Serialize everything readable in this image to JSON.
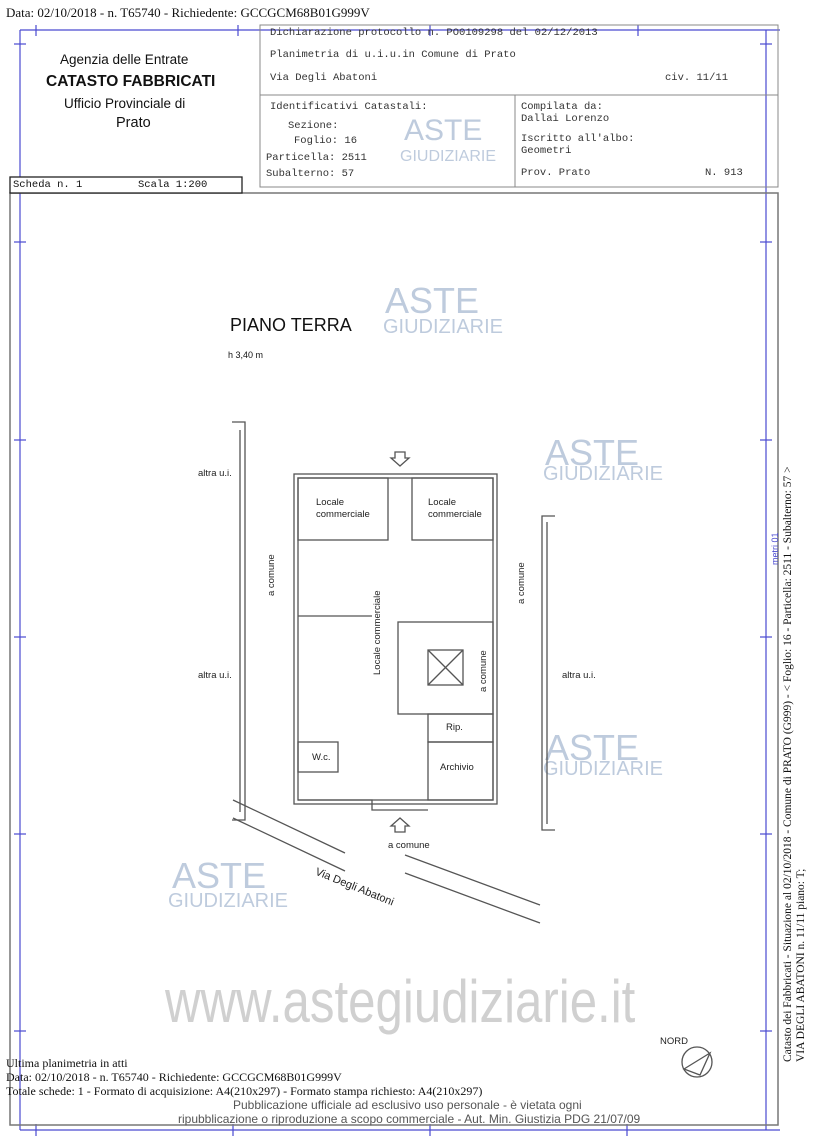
{
  "top_line": "Data: 02/10/2018 - n. T65740 - Richiedente: GCCGCM68B01G999V",
  "header": {
    "agency": "Agenzia delle Entrate",
    "catasto": "CATASTO FABBRICATI",
    "office": "Ufficio Provinciale di",
    "province": "Prato",
    "dichiarazione": "Dichiarazione protocollo n. PO0109298 del  02/12/2013",
    "planimetria": "Planimetria di u.i.u.in Comune di Prato",
    "via": "Via Degli Abatoni",
    "civ": "civ. 11/11",
    "identificativi": "Identificativi Catastali:",
    "sezione": "Sezione:",
    "foglio": "Foglio: 16",
    "particella": "Particella: 2511",
    "subalterno": "Subalterno: 57",
    "compilata_label": "Compilata da:",
    "compilata_name": "Dallai Lorenzo",
    "iscritto_label": "Iscritto all'albo:",
    "iscritto_value": "Geometri",
    "prov": "Prov. Prato",
    "numero": "N. 913",
    "scheda": "Scheda n. 1",
    "scala": "Scala 1:200"
  },
  "plan": {
    "title": "PIANO TERRA",
    "height": "h 3,40 m",
    "labels": {
      "altra_ui": "altra u.i.",
      "locale_commerciale_1": "Locale\ncommerciale",
      "locale_commerciale_2": "Locale\ncommerciale",
      "a_comune": "a comune",
      "locale_commerciale_vert": "Locale commerciale",
      "rip": "Rip.",
      "archivio": "Archivio",
      "wc": "W.c.",
      "street": "Via Degli Abatoni",
      "nord": "NORD"
    }
  },
  "watermark": {
    "aste": "ASTE",
    "giudiziarie": "GIUDIZIARIE",
    "site": "www.astegiudiziarie.it",
    "notice_1": "Pubblicazione ufficiale ad esclusivo uso personale - è vietata ogni",
    "notice_2": "ripubblicazione o riproduzione a scopo commerciale - Aut. Min. Giustizia PDG 21/07/09"
  },
  "side_text": {
    "line1": "Catasto dei Fabbricati - Situazione al 02/10/2018 - Comune di PRATO (G999) - < Foglio: 16 - Particella: 2511 - Subalterno: 57 >",
    "line2": "VIA DEGLI ABATONI n. 11/11 piano: T;",
    "tag": "metri 01"
  },
  "footer": {
    "ultima": "Ultima planimetria in atti",
    "data": "Data: 02/10/2018 - n. T65740 - Richiedente: GCCGCM68B01G999V",
    "totale": "Totale schede: 1 - Formato di acquisizione: A4(210x297) - Formato stampa richiesto: A4(210x297)"
  },
  "colors": {
    "frame_blue": "#4a4ad0",
    "watermark": "#7f9cc4",
    "wall": "#555555"
  }
}
